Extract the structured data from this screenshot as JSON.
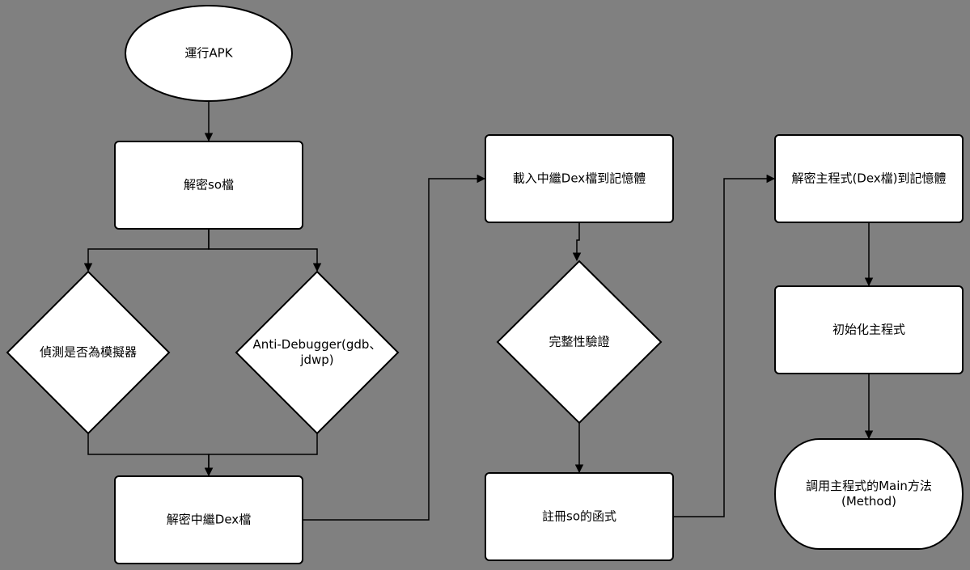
{
  "diagram": {
    "colors": {
      "background": "#808080",
      "node_fill": "#ffffff",
      "stroke": "#000000"
    },
    "nodes": [
      {
        "id": "run-apk",
        "shape": "ellipse",
        "lines": [
          "運行APK"
        ]
      },
      {
        "id": "decrypt-so",
        "shape": "rect",
        "lines": [
          "解密so檔"
        ]
      },
      {
        "id": "detect-emulator",
        "shape": "diamond",
        "lines": [
          "偵測是否為模擬器"
        ]
      },
      {
        "id": "anti-debugger",
        "shape": "diamond",
        "lines": [
          "Anti-Debugger(gdb、",
          "jdwp)"
        ]
      },
      {
        "id": "decrypt-relay-dex",
        "shape": "rect",
        "lines": [
          "解密中繼Dex檔"
        ]
      },
      {
        "id": "load-relay-dex",
        "shape": "rect",
        "lines": [
          "載入中繼Dex檔到記憶體"
        ]
      },
      {
        "id": "integrity-check",
        "shape": "diamond",
        "lines": [
          "完整性驗證"
        ]
      },
      {
        "id": "register-so-functions",
        "shape": "rect",
        "lines": [
          "註冊so的函式"
        ]
      },
      {
        "id": "decrypt-main-program",
        "shape": "rect",
        "lines": [
          "解密主程式(Dex檔)到記憶體"
        ]
      },
      {
        "id": "init-main-program",
        "shape": "rect",
        "lines": [
          "初始化主程式"
        ]
      },
      {
        "id": "call-main-method",
        "shape": "terminator",
        "lines": [
          "調用主程式的Main方法",
          "(Method)"
        ]
      }
    ],
    "edges": [
      {
        "from": "run-apk",
        "to": "decrypt-so"
      },
      {
        "from": "decrypt-so",
        "to": "detect-emulator"
      },
      {
        "from": "decrypt-so",
        "to": "anti-debugger"
      },
      {
        "from": "detect-emulator",
        "to": "decrypt-relay-dex"
      },
      {
        "from": "anti-debugger",
        "to": "decrypt-relay-dex"
      },
      {
        "from": "decrypt-relay-dex",
        "to": "load-relay-dex"
      },
      {
        "from": "load-relay-dex",
        "to": "integrity-check"
      },
      {
        "from": "integrity-check",
        "to": "register-so-functions"
      },
      {
        "from": "register-so-functions",
        "to": "decrypt-main-program"
      },
      {
        "from": "decrypt-main-program",
        "to": "init-main-program"
      },
      {
        "from": "init-main-program",
        "to": "call-main-method"
      }
    ]
  }
}
